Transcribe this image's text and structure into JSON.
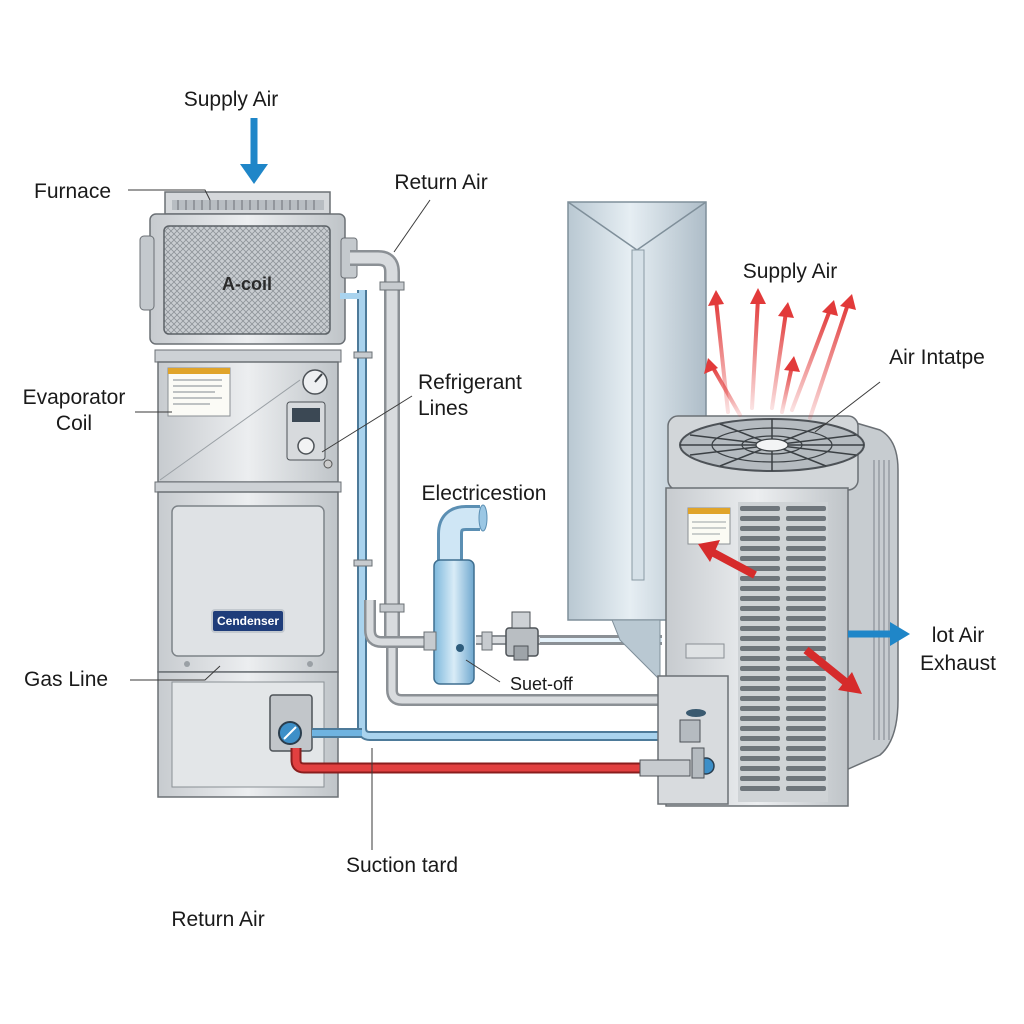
{
  "labels": {
    "supply_air_top": "Supply Air",
    "furnace": "Furnace",
    "return_air_top": "Return Air",
    "a_coil": "A-coil",
    "evaporator_coil_line1": "Evaporator",
    "evaporator_coil_line2": "Coil",
    "refrigerant_lines_line1": "Refrigerant",
    "refrigerant_lines_line2": "Lines",
    "electricestion": "Electricestion",
    "supply_air_right": "Supply Air",
    "air_intake": "Air Intatpe",
    "hot_air_line1": "lot Air",
    "hot_air_line2": "Exhaust",
    "gas_line": "Gas Line",
    "shutoff": "Suet-off",
    "suction_line": "Suction tard",
    "return_air_bottom": "Return Air",
    "condenser_badge": "Cendenser"
  },
  "colors": {
    "cold_line": "#6fb3e0",
    "hot_line": "#d8312f",
    "supply_arrow": "#1f86c8",
    "exhaust_arrow": "#d62b2b",
    "cabinet": "#dcdfe2",
    "duct": "#c9d6de",
    "badge": "#1f3d7a"
  },
  "icons": {
    "furnace_dial": "dial-icon",
    "thermostat": "thermostat-icon",
    "fan": "fan-icon",
    "valve": "valve-icon"
  }
}
